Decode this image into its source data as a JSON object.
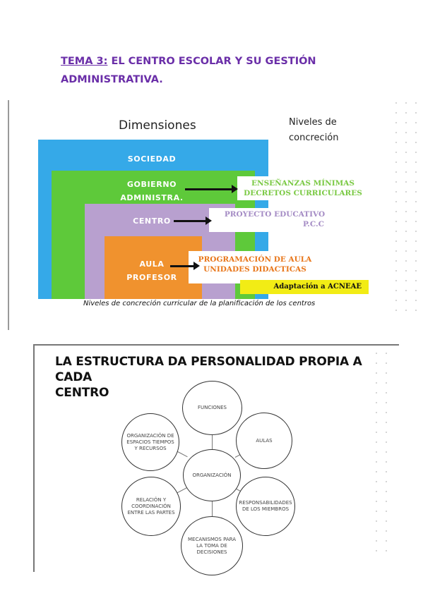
{
  "document": {
    "title_part1": "TEMA 3:",
    "title_part2": " EL CENTRO ESCOLAR Y SU GESTIÓN",
    "title_line2": "ADMINISTRATIVA."
  },
  "slide1": {
    "dimensions_heading": "Dimensiones",
    "levels_heading_line1": "Niveles de",
    "levels_heading_line2": "concreción",
    "dimensions": [
      {
        "label_line1": "SOCIEDAD",
        "label_line2": "",
        "color": "#35a9e8"
      },
      {
        "label_line1": "GOBIERNO",
        "label_line2": "ADMINISTRA.",
        "color": "#5ec93a"
      },
      {
        "label_line1": "CENTRO",
        "label_line2": "",
        "color": "#b8a0cf"
      },
      {
        "label_line1": "AULA",
        "label_line2": "PROFESOR",
        "color": "#f0922e"
      }
    ],
    "levels": [
      {
        "line1": "ENSEÑANZAS MÍNIMAS",
        "line2": "DECRETOS CURRICULARES",
        "color": "#7ac943"
      },
      {
        "line1": "PROYECTO EDUCATIVO",
        "line2": "P.C.C",
        "color": "#a48bc4"
      },
      {
        "line1": "PROGRAMACIÓN DE AULA",
        "line2": "UNIDADES DIDACTICAS",
        "color": "#e8761a"
      }
    ],
    "acneae": "Adaptación a ACNEAE",
    "caption": "Niveles de concreción curricular de la planificación de los centros"
  },
  "slide2": {
    "title_line1": "LA ESTRUCTURA DA PERSONALIDAD PROPIA A CADA",
    "title_line2": "CENTRO",
    "center": "ORGANIZACIÓN",
    "nodes": [
      "FUNCIONES",
      "AULAS",
      "RESPONSABILIDADES DE LOS MIEMBROS",
      "MECANISMOS PARA LA TOMA DE DECISIONES",
      "RELACIÓN Y COORDINACIÓN ENTRE LAS PARTES",
      "ORGANIZACIÓN DE ESPACIOS TIEMPOS Y RECURSOS"
    ]
  }
}
